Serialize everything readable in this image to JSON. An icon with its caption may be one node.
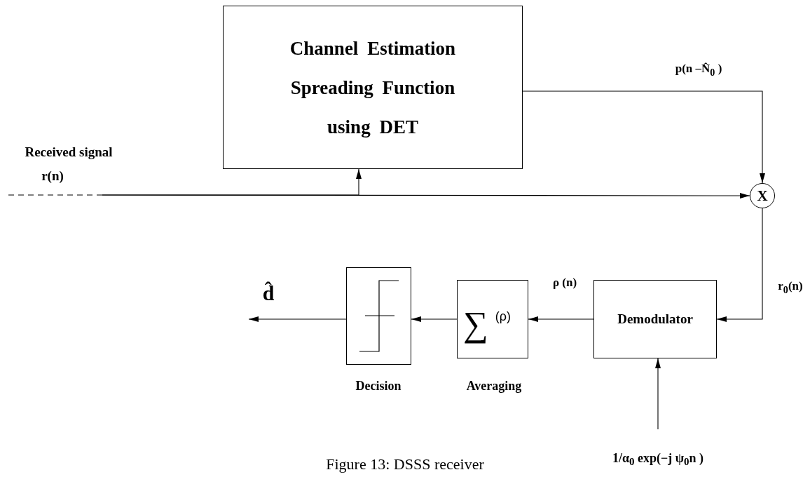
{
  "diagram": {
    "caption": "Figure 13: DSSS receiver",
    "nodes": [
      {
        "text": [
          "Channel Estimation Spreading Function using DET"
        ]
      },
      {
        "text": [
          "Received signal",
          "r(n)"
        ]
      },
      {
        "text": [
          "X"
        ]
      },
      {
        "text": [
          "Demodulator"
        ]
      },
      {
        "text": [
          "∑",
          "(ρ)"
        ],
        "beside": [
          "Averaging"
        ]
      },
      {
        "text": [],
        "shape": "box",
        "beside": [
          "Decision"
        ]
      }
    ],
    "edges": [
      {
        "from": 0,
        "to": 2,
        "arrow": "to",
        "label": "p(n –N̂$_{0}$ )"
      },
      {
        "from": 1,
        "to": 0,
        "arrow": "to"
      },
      {
        "from": 1,
        "to": 2,
        "arrow": "to"
      },
      {
        "from": 2,
        "to": 3,
        "arrow": "to",
        "label": "r$_{0}$(n)"
      },
      {
        "from": 3,
        "to": 4,
        "arrow": "to",
        "label": "ρ (n)"
      },
      {
        "from": 4,
        "to": 5,
        "arrow": "to"
      },
      {
        "from": 5,
        "to": null,
        "arrow": "to",
        "label": "d̂"
      },
      {
        "from": null,
        "to": 3,
        "arrow": "to",
        "label": "1/α$_{0}$ exp(−j ψ$_{0}$n )"
      }
    ]
  }
}
